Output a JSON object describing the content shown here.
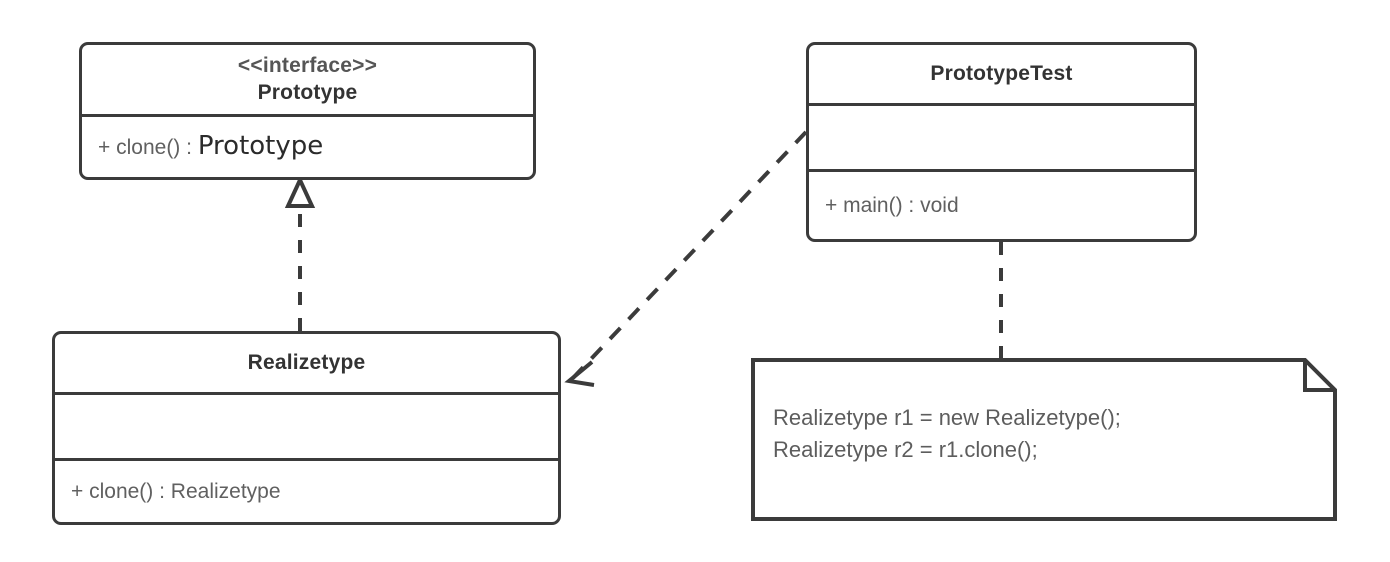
{
  "diagram": {
    "type": "uml-class-diagram",
    "title": "Prototype Pattern UML Class Diagram",
    "background_color": "#ffffff",
    "stroke_color": "#3b3b3b",
    "text_color": "#5d5d5d"
  },
  "classes": [
    {
      "id": "prototype",
      "name": "Prototype",
      "stereotype": "<<interface>>",
      "attributes": [],
      "methods": [
        "+ clone() : Prototype"
      ],
      "method_visibility": "+",
      "method_name": "clone()",
      "method_separator": " : ",
      "method_return": "Prototype"
    },
    {
      "id": "realizetype",
      "name": "Realizetype",
      "stereotype": "",
      "attributes": [],
      "methods": [
        "+ clone() : Realizetype"
      ]
    },
    {
      "id": "prototypetest",
      "name": "PrototypeTest",
      "stereotype": "",
      "attributes": [],
      "methods": [
        "+ main() : void"
      ]
    }
  ],
  "note": {
    "line1": "Realizetype r1 = new Realizetype();",
    "line2": "Realizetype r2 = r1.clone();"
  },
  "relationships": [
    {
      "id": "realization",
      "from": "Realizetype",
      "to": "Prototype",
      "kind": "realization",
      "line_style": "dashed",
      "arrowhead": "hollow-triangle"
    },
    {
      "id": "dependency",
      "from": "PrototypeTest",
      "to": "Realizetype",
      "kind": "dependency",
      "line_style": "dashed",
      "arrowhead": "open-arrow"
    },
    {
      "id": "note-anchor",
      "from": "PrototypeTest",
      "to": "note",
      "kind": "note-anchor",
      "line_style": "dashed",
      "arrowhead": "none"
    }
  ]
}
